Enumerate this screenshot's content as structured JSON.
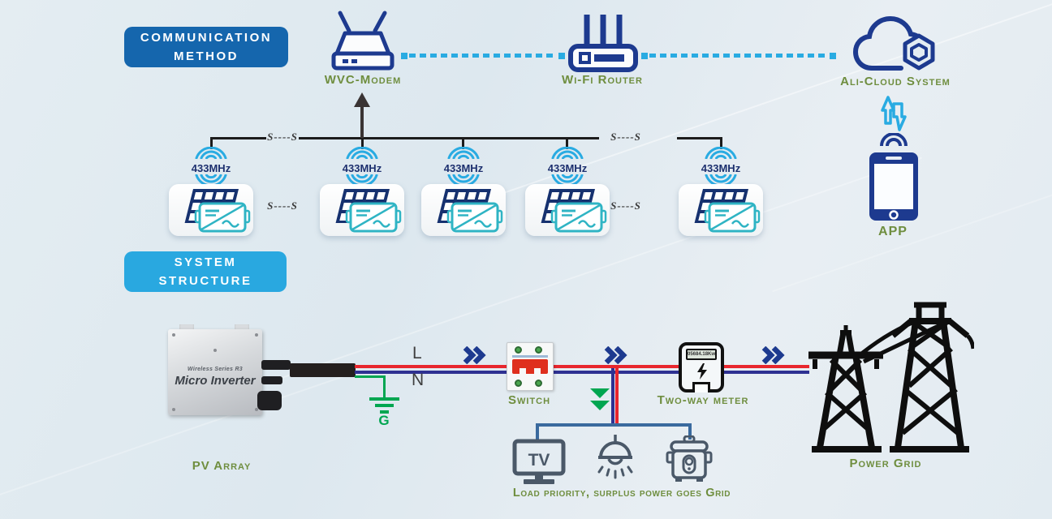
{
  "communication": {
    "badge_line1": "COMMUNICATION",
    "badge_line2": "METHOD",
    "modem_label": "WVC-Modem",
    "router_label": "Wi-Fi Router",
    "cloud_label": "Ali-Cloud System",
    "app_label": "APP",
    "units": {
      "count": 5,
      "frequency_label": "433MHz",
      "bus_link_label": "S----S"
    }
  },
  "system": {
    "badge_line1": "SYSTEM",
    "badge_line2": "STRUCTURE",
    "device_series": "Wireless Series R3",
    "device_name": "Micro Inverter",
    "pv_label": "PV Array",
    "line_live": "L",
    "line_neutral": "N",
    "ground_label": "G",
    "switch_label": "Switch",
    "meter_label": "Two-way meter",
    "meter_reading": "05684.18Kw",
    "tv_label": "TV",
    "loads_caption": "Load priority, surplus power goes Grid",
    "grid_label": "Power Grid"
  },
  "icons": {
    "modem": "wvc-modem-icon",
    "router": "wifi-router-icon",
    "cloud": "ali-cloud-icon",
    "sync": "up-down-arrows-icon",
    "phone": "smartphone-icon",
    "wifi": "wifi-signal-icon",
    "pv_unit": "solar-panel-inverter-icon",
    "flow": "double-chevron-icon",
    "breaker": "circuit-breaker-icon",
    "meter": "energy-meter-icon",
    "ground": "earth-ground-icon",
    "tv": "tv-icon",
    "lamp": "pendant-lamp-icon",
    "cooker": "rice-cooker-icon",
    "grid": "transmission-towers-icon"
  },
  "colors": {
    "navy": "#1d3a8f",
    "cyan": "#29abe2",
    "teal": "#2fb4c4",
    "olive_label": "#6f8e3f",
    "wire_live_red": "#e8262d",
    "wire_neutral_blue": "#2e3192",
    "ground_green": "#00a651",
    "appliance_slate": "#4a5868",
    "badge_dark_blue": "#1566ad",
    "badge_light_blue": "#29a8e0"
  }
}
